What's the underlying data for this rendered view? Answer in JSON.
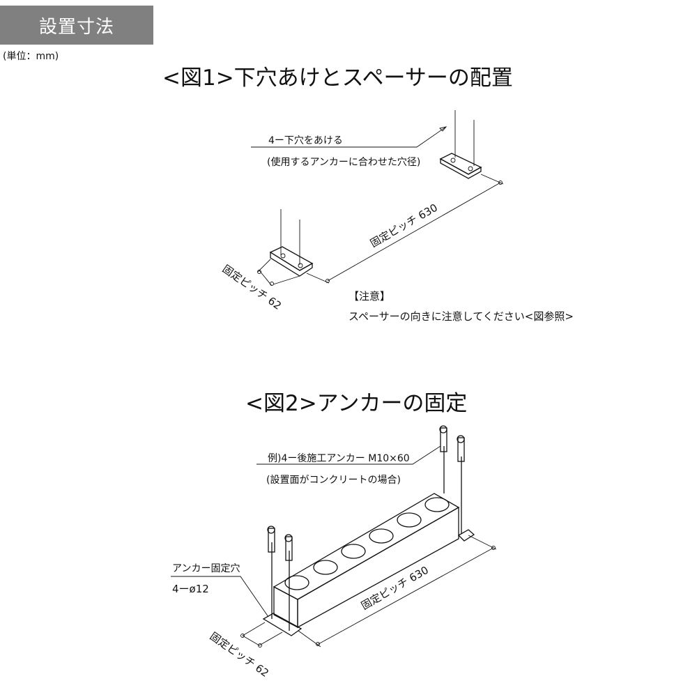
{
  "header": {
    "title": "設置寸法",
    "unit": "(単位：mm)"
  },
  "fig1": {
    "title": "<図1>下穴あけとスペーサーの配置",
    "note_line1": "4ー下穴をあける",
    "note_line2": "(使用するアンカーに合わせた穴径)",
    "pitch_long": "固定ピッチ 630",
    "pitch_short": "固定ピッチ 62",
    "caution_title": "【注意】",
    "caution_text": "スペーサーの向きに注意してください<図参照>"
  },
  "fig2": {
    "title": "<図2>アンカーの固定",
    "anchor_line1": "例)4ー後施工アンカー M10×60",
    "anchor_line2": "(設置面がコンクリートの場合)",
    "hole_line1": "アンカー固定穴",
    "hole_line2": "4ーø12",
    "pitch_long": "固定ピッチ 630",
    "pitch_short": "固定ピッチ 62"
  }
}
